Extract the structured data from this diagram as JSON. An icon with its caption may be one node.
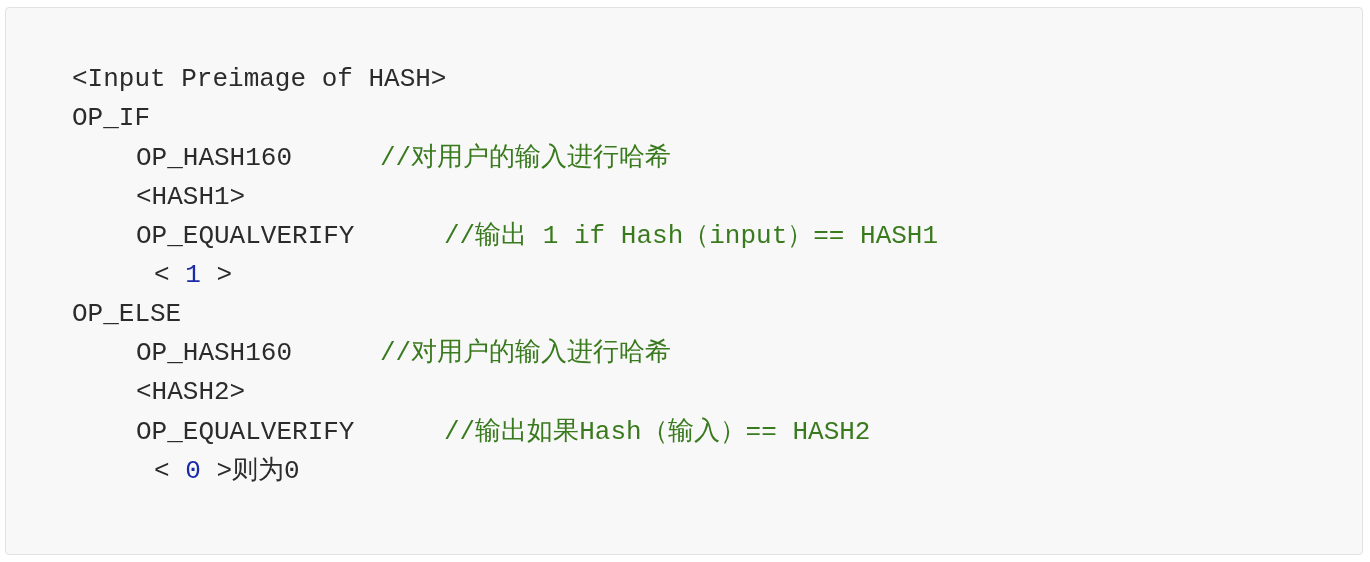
{
  "diagram": {
    "labels": [
      "<Input Preimage of HASH>",
      "OP_IF",
      "OP_HASH160",
      "//对用户的输入进行哈希",
      "<HASH1>",
      "OP_EQUALVERIFY",
      "//输出 1 if Hash（input）== HASH1",
      "< 1 >",
      "OP_ELSE",
      "OP_HASH160",
      "//对用户的输入进行哈希",
      "<HASH2>",
      "OP_EQUALVERIFY",
      "//输出如果Hash（输入）== HASH2",
      "< 0 >则为0"
    ]
  }
}
